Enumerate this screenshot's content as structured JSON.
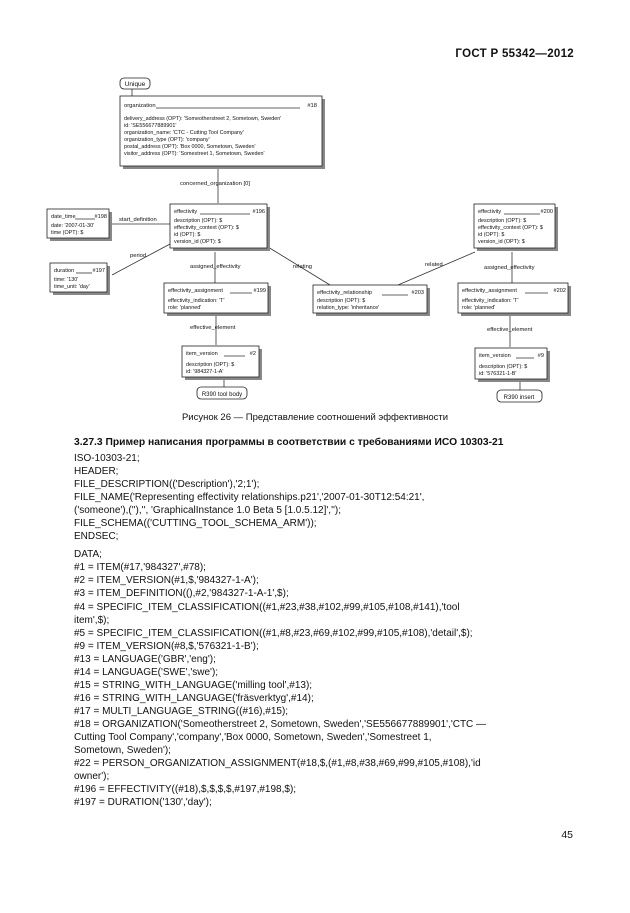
{
  "header": {
    "standard": "ГОСТ Р 55342—2012"
  },
  "figure": {
    "caption": "Рисунок 26 — Представление соотношений эффективности",
    "boxes": {
      "unique": {
        "label": "Unique"
      },
      "organization": {
        "title": "organization",
        "ref": "#18",
        "lines": [
          "delivery_address (OPT): 'Someotherstreet 2, Sometown, Sweden'",
          "id: 'SE556677889901'",
          "organization_name: 'CTC - Cutting Tool Company'",
          "organization_type (OPT): 'company'",
          "postal_address (OPT): 'Box 0000, Sometown, Sweden'",
          "visitor_address (OPT): 'Somestreet 1, Sometown, Sweden'"
        ]
      },
      "date_time": {
        "title": "date_time",
        "ref": "#198",
        "lines": [
          "date: '2007-01-30'",
          "time (OPT): $"
        ]
      },
      "duration": {
        "title": "duration",
        "ref": "#197",
        "lines": [
          "time: '130'",
          "time_unit: 'day'"
        ]
      },
      "effectivity_left": {
        "title": "effectivity",
        "ref": "#196",
        "lines": [
          "description (OPT): $",
          "effectivity_context (OPT): $",
          "id (OPT): $",
          "version_id (OPT): $"
        ]
      },
      "effectivity_right": {
        "title": "effectivity",
        "ref": "#200",
        "lines": [
          "description (OPT): $",
          "effectivity_context (OPT): $",
          "id (OPT): $",
          "version_id (OPT): $"
        ]
      },
      "assignment_left": {
        "title": "effectivity_assignment",
        "ref": "#199",
        "lines": [
          "effectivity_indication: 'T'",
          "role: 'planned'"
        ]
      },
      "relationship": {
        "title": "effectivity_relationship",
        "ref": "#203",
        "lines": [
          "description (OPT): $",
          "relation_type: 'inheritance'"
        ]
      },
      "assignment_right": {
        "title": "effectivity_assignment",
        "ref": "#202",
        "lines": [
          "effectivity_indication: 'T'",
          "role: 'planned'"
        ]
      },
      "item_version_left": {
        "title": "item_version",
        "ref": "#2",
        "lines": [
          "description (OPT): $",
          "id: '984327-1-A'"
        ]
      },
      "item_version_right": {
        "title": "item_version",
        "ref": "#9",
        "lines": [
          "description (OPT): $",
          "id: '576321-1-B'"
        ]
      },
      "r390_left": {
        "label": "R390 tool body"
      },
      "r390_right": {
        "label": "R390 insert"
      }
    },
    "edges": {
      "concerned_organization": "concerned_organization [0]",
      "start_definition": "start_definition",
      "period": "period",
      "assigned_effectivity_left": "assigned_effectivity",
      "relating": "relating",
      "related": "related",
      "assigned_effectivity_right": "assigned_effectivity",
      "effective_element_left": "effective_element",
      "effective_element_right": "effective_element"
    }
  },
  "section_title": "3.27.3 Пример написания программы в соответствии с требованиями ИСО 10303-21",
  "code_blocks": [
    [
      "ISO-10303-21;",
      "HEADER;",
      "FILE_DESCRIPTION(('Description'),'2;1');",
      "FILE_NAME('Representing effectivity relationships.p21','2007-01-30T12:54:21',",
      "('someone'),(''),'', 'GraphicalInstance 1.0 Beta 5 [1.0.5.12]','');",
      "FILE_SCHEMA(('CUTTING_TOOL_SCHEMA_ARM'));",
      "ENDSEC;"
    ],
    [
      "DATA;",
      "#1 = ITEM(#17,'984327',#78);",
      "#2 = ITEM_VERSION(#1,$,'984327-1-A');",
      "#3 = ITEM_DEFINITION((),#2,'984327-1-A-1',$);",
      "#4 = SPECIFIC_ITEM_CLASSIFICATION((#1,#23,#38,#102,#99,#105,#108,#141),'tool",
      "item',$);",
      "#5 = SPECIFIC_ITEM_CLASSIFICATION((#1,#8,#23,#69,#102,#99,#105,#108),'detail',$);",
      "#9 = ITEM_VERSION(#8,$,'576321-1-B');",
      "#13 = LANGUAGE('GBR','eng');",
      "#14 = LANGUAGE('SWE','swe');",
      "#15 = STRING_WITH_LANGUAGE('milling tool',#13);",
      "#16 = STRING_WITH_LANGUAGE('fräsverktyg',#14);",
      "#17 = MULTI_LANGUAGE_STRING((#16),#15);",
      "#18 = ORGANIZATION('Someotherstreet 2, Sometown, Sweden','SE556677889901','CTC —",
      "Cutting Tool Company','company','Box 0000, Sometown, Sweden','Somestreet 1,",
      "Sometown, Sweden');",
      "#22 = PERSON_ORGANIZATION_ASSIGNMENT(#18,$,(#1,#8,#38,#69,#99,#105,#108),'id",
      "owner');",
      "#196 = EFFECTIVITY((#18),$,$,$,$,#197,#198,$);",
      "#197 = DURATION('130','day');"
    ]
  ],
  "page_number": "45"
}
